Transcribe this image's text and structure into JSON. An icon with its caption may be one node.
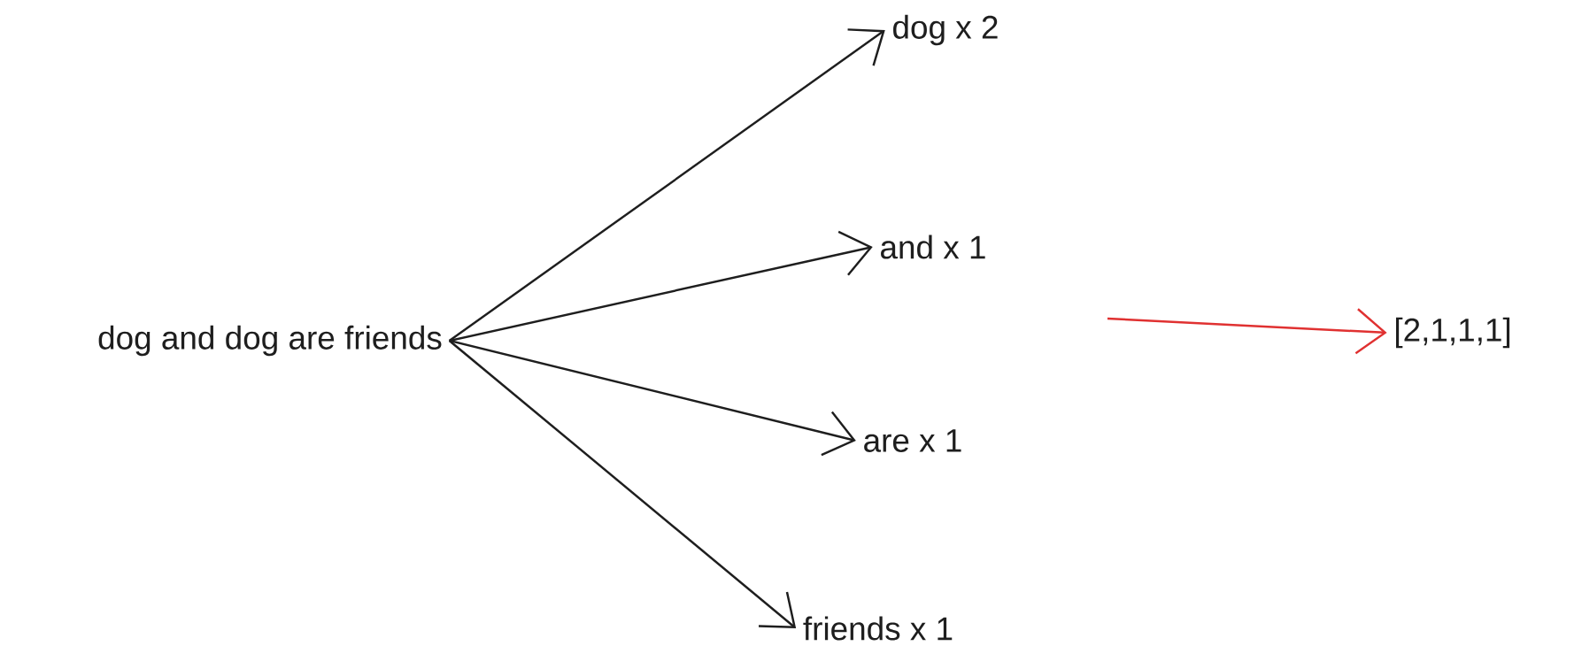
{
  "diagram": {
    "nodes": [
      {
        "text": [
          "dog and dog are friends"
        ]
      },
      {
        "text": [
          "dog x 2"
        ]
      },
      {
        "text": [
          "and x 1"
        ]
      },
      {
        "text": [
          "are x 1"
        ]
      },
      {
        "text": [
          "friends x 1"
        ]
      },
      {
        "text": [
          "[2,1,1,1]"
        ]
      }
    ],
    "edges": [
      {
        "from": 0,
        "to": 1,
        "arrow": "to"
      },
      {
        "from": 0,
        "to": 2,
        "arrow": "to"
      },
      {
        "from": 0,
        "to": 3,
        "arrow": "to"
      },
      {
        "from": 0,
        "to": 4,
        "arrow": "to"
      },
      {
        "from": null,
        "to": 5,
        "arrow": "to",
        "color": "#e03131"
      }
    ]
  }
}
